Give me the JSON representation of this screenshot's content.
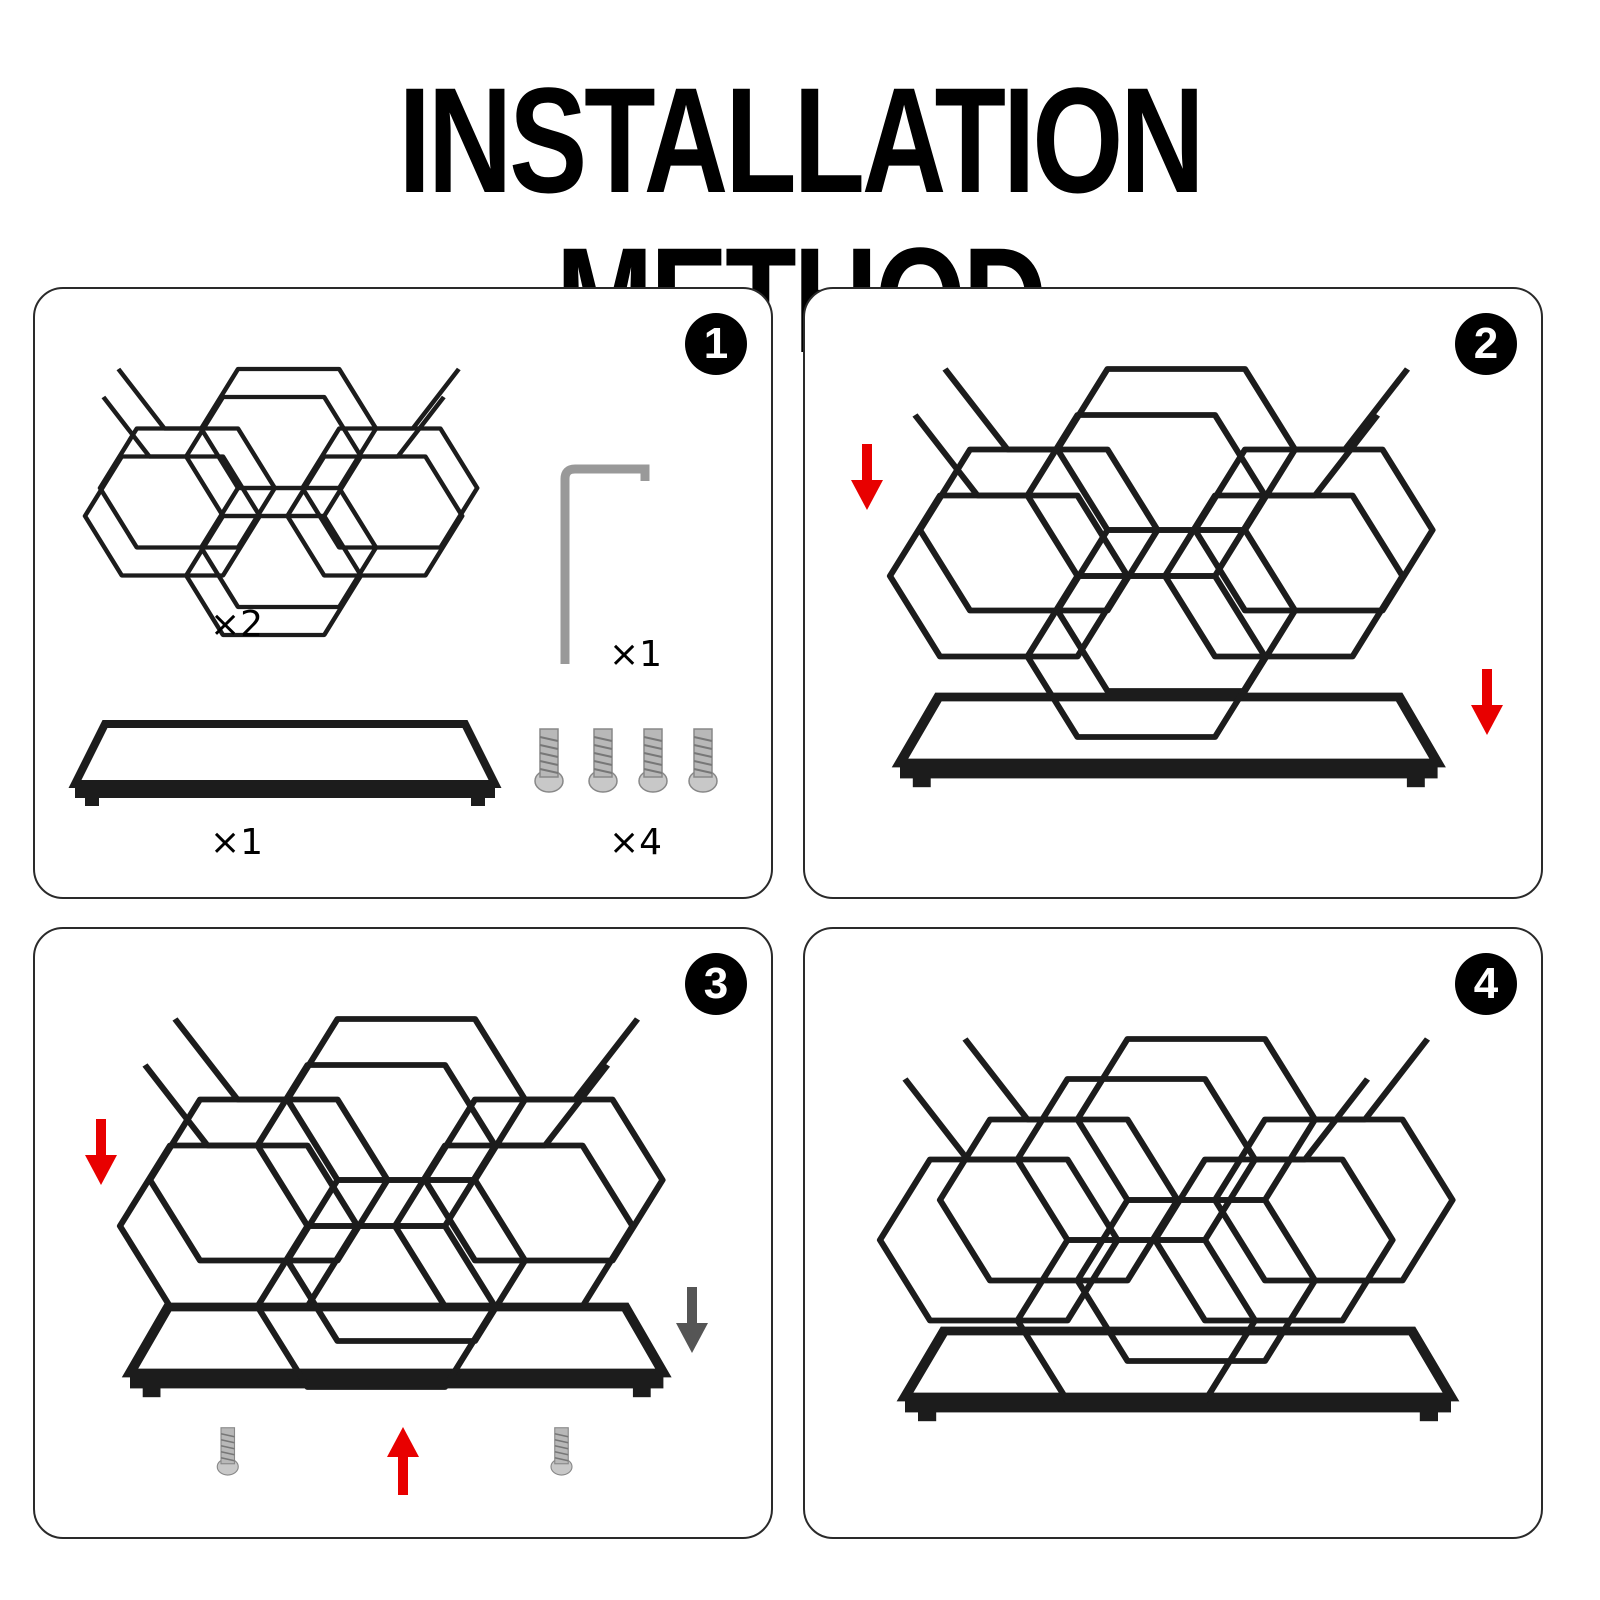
{
  "title": "INSTALLATION METHOD",
  "steps": [
    {
      "number": "1"
    },
    {
      "number": "2"
    },
    {
      "number": "3"
    },
    {
      "number": "4"
    }
  ],
  "parts": [
    {
      "name": "hexagon-frame",
      "quantity": "×2"
    },
    {
      "name": "hex-key",
      "quantity": "×1"
    },
    {
      "name": "base-frame",
      "quantity": "×1"
    },
    {
      "name": "screws",
      "quantity": "×4"
    }
  ],
  "colors": {
    "arrow_red": "#e80000",
    "arrow_gray": "#555555",
    "frame": "#1c1c1c",
    "screw": "#b8b8b8"
  }
}
